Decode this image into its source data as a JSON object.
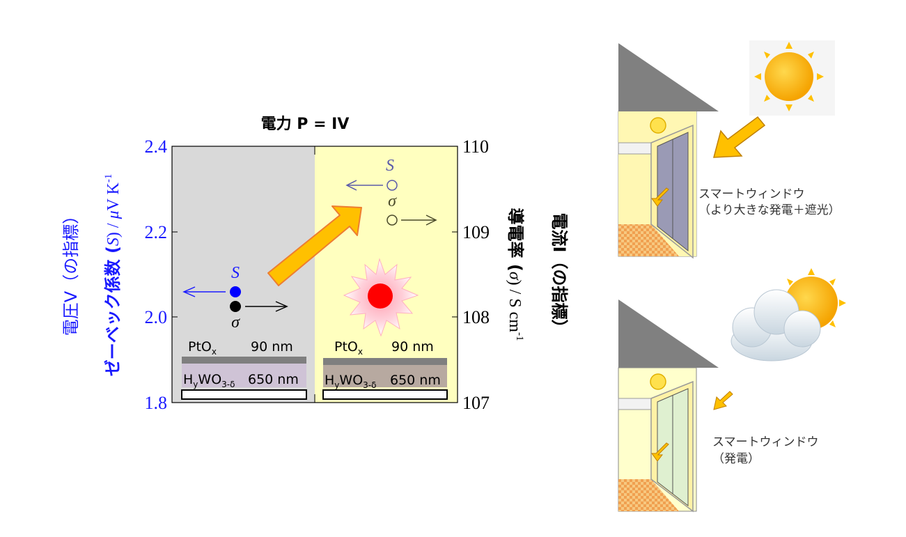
{
  "title": "電力 P = IV",
  "left_axis": {
    "label_line1": "電圧V（の指標）",
    "label_line2_a": "ゼーベック係数 (",
    "label_line2_b": "S",
    "label_line2_c": ") / ",
    "label_line2_d": "μ",
    "label_line2_e": "V K",
    "label_line2_sup": "-1",
    "ticks": [
      "2.4",
      "2.2",
      "2.0",
      "1.8"
    ],
    "color": "#1a1aff"
  },
  "right_axis": {
    "label_line1": "電流I（の指標）",
    "label_line2_a": "導電率 (",
    "label_line2_b": "σ",
    "label_line2_c": ") / S cm",
    "label_line2_sup": "-1",
    "ticks": [
      "110",
      "109",
      "108",
      "107"
    ]
  },
  "markers": {
    "s_label": "S",
    "sigma_label": "σ"
  },
  "layers": {
    "top_a": "PtO",
    "top_sub": "x",
    "top_thickness": "90 nm",
    "bottom_a": "H",
    "bottom_sub1": "y",
    "bottom_b": "WO",
    "bottom_sub2": "3-δ",
    "bottom_thickness": "650 nm"
  },
  "chart_data": {
    "type": "scatter",
    "title": "電力 P = IV",
    "ylabel_left": "ゼーベック係数 (S) / μV K-1",
    "ylabel_right": "導電率 (σ) / S cm-1",
    "ylim_left": [
      1.8,
      2.4
    ],
    "ylim_right": [
      107,
      110
    ],
    "series": [
      {
        "name": "S",
        "points": [
          {
            "panel": "left",
            "y": 2.06
          },
          {
            "panel": "right",
            "y": 2.31
          }
        ]
      },
      {
        "name": "σ",
        "points": [
          {
            "panel": "left",
            "y": 108.1
          },
          {
            "panel": "right",
            "y": 109.1
          }
        ]
      }
    ]
  },
  "window_top": {
    "label_line1": "スマートウィンドウ",
    "label_line2": "（より大きな発電＋遮光）"
  },
  "window_bottom": {
    "label_line1": "スマートウィンドウ",
    "label_line2": "（発電）"
  },
  "colors": {
    "left_panel": "#d9d9d9",
    "right_panel": "#ffffbf",
    "arrow_fill": "#ffc000",
    "arrow_stroke": "#ed7d31",
    "s_marker": "#0000ff",
    "sigma_marker": "#000000",
    "sun": "#ffc000",
    "house_wall": "#ffffcc",
    "roof": "#808080"
  }
}
